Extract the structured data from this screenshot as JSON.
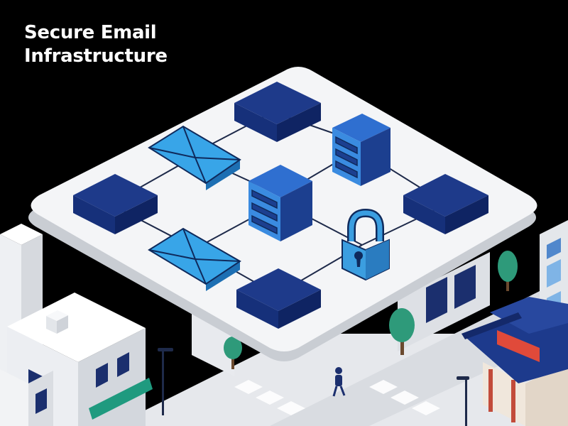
{
  "title": {
    "line1": "Secure Email",
    "line2": "Infrastructure"
  },
  "colors": {
    "background": "#000000",
    "platform": "#f4f5f7",
    "node_top": "#1e3a8a",
    "node_side": "#142a6b",
    "envelope": "#38a5e8",
    "server": "#1c3f8f",
    "lock": "#3b9ee0",
    "tree": "#2e9a7a",
    "awning": "#1f9a7f",
    "roof": "#1d3a8c"
  },
  "icons": {
    "envelope": "envelope-icon",
    "server": "server-icon",
    "lock": "lock-icon",
    "node": "network-node"
  }
}
